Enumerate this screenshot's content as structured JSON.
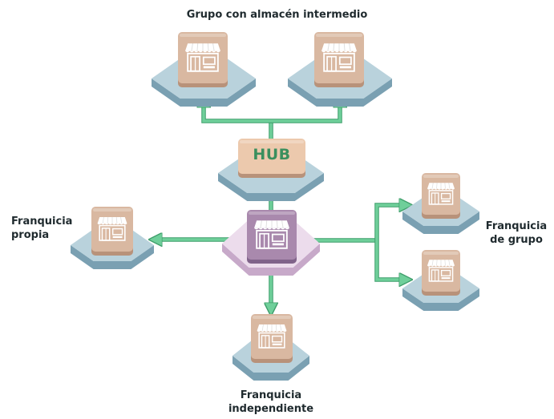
{
  "labels": {
    "group_warehouse": "Grupo con almacén intermedio",
    "hub": "HUB",
    "own_franchise_line1": "Franquicia",
    "own_franchise_line2": "propia",
    "group_franchise_line1": "Franquicia",
    "group_franchise_line2": "de grupo",
    "independent_line1": "Franquicia",
    "independent_line2": "independiente"
  },
  "colors": {
    "platform_top": "#b9d2dc",
    "platform_side": "#7aa0b2",
    "center_platform_top": "#ecdcec",
    "center_platform_side": "#c7a9c9",
    "store_tile": "#d9b8a1",
    "store_tile_side": "#b8927a",
    "center_tile": "#a989ad",
    "center_tile_side": "#80638a",
    "hub_tile": "#ecc9ad",
    "hub_text": "#3a8f5e",
    "connector": "#6fcf9a",
    "connector_edge": "#3f9e6b"
  },
  "icons": {
    "store": "storefront-icon",
    "arrow": "arrow-head-icon"
  }
}
